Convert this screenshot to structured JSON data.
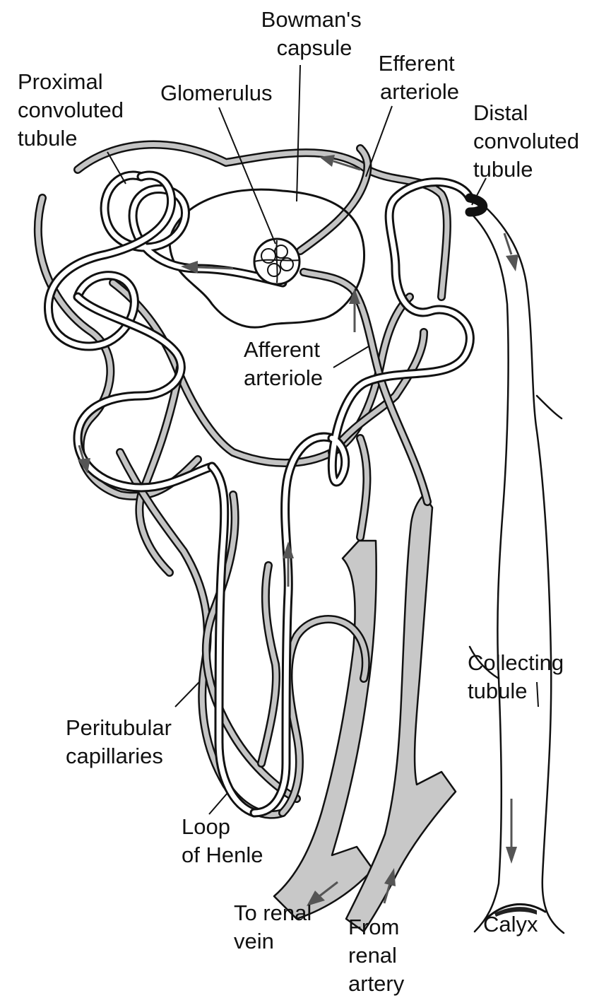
{
  "labels": {
    "bowmans_capsule": [
      "Bowman's",
      "capsule"
    ],
    "efferent_arteriole": [
      "Efferent",
      "arteriole"
    ],
    "proximal_convoluted_tubule": [
      "Proximal",
      "convoluted",
      "tubule"
    ],
    "glomerulus": [
      "Glomerulus"
    ],
    "distal_convoluted_tubule": [
      "Distal",
      "convoluted",
      "tubule"
    ],
    "afferent_arteriole": [
      "Afferent",
      "arteriole"
    ],
    "collecting_tubule": [
      "Collecting",
      "tubule"
    ],
    "peritubular_capillaries": [
      "Peritubular",
      "capillaries"
    ],
    "loop_of_henle": [
      "Loop",
      "of Henle"
    ],
    "to_renal_vein": [
      "To renal",
      "vein"
    ],
    "from_renal_artery": [
      "From",
      "renal",
      "artery"
    ],
    "calyx": [
      "Calyx"
    ]
  },
  "colors": {
    "line": "#111111",
    "vessel_fill": "#c8c8c8",
    "capillary_fill": "#c4c4c4",
    "arrow": "#555555",
    "background": "#ffffff"
  }
}
